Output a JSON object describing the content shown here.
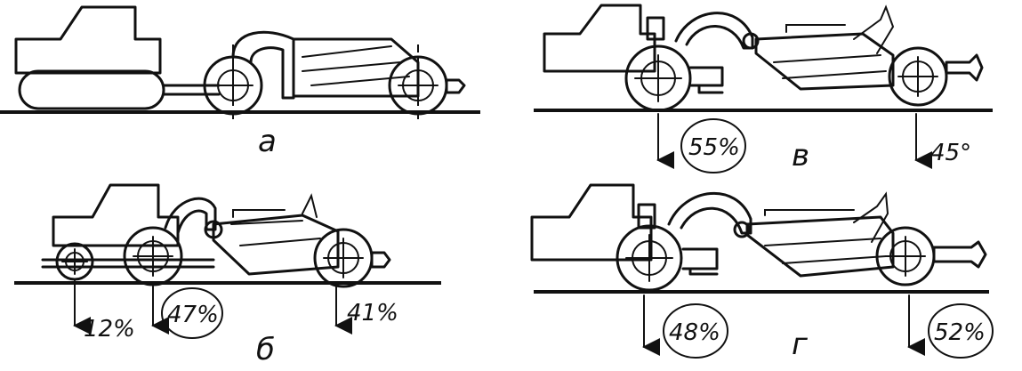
{
  "panels": {
    "a": {
      "caption": "а"
    },
    "b": {
      "caption": "б",
      "loads": [
        "12%",
        "47%",
        "41%"
      ]
    },
    "v": {
      "caption": "в",
      "loads": [
        "55%",
        "45°"
      ]
    },
    "g": {
      "caption": "г",
      "loads": [
        "48%",
        "52%"
      ]
    }
  }
}
